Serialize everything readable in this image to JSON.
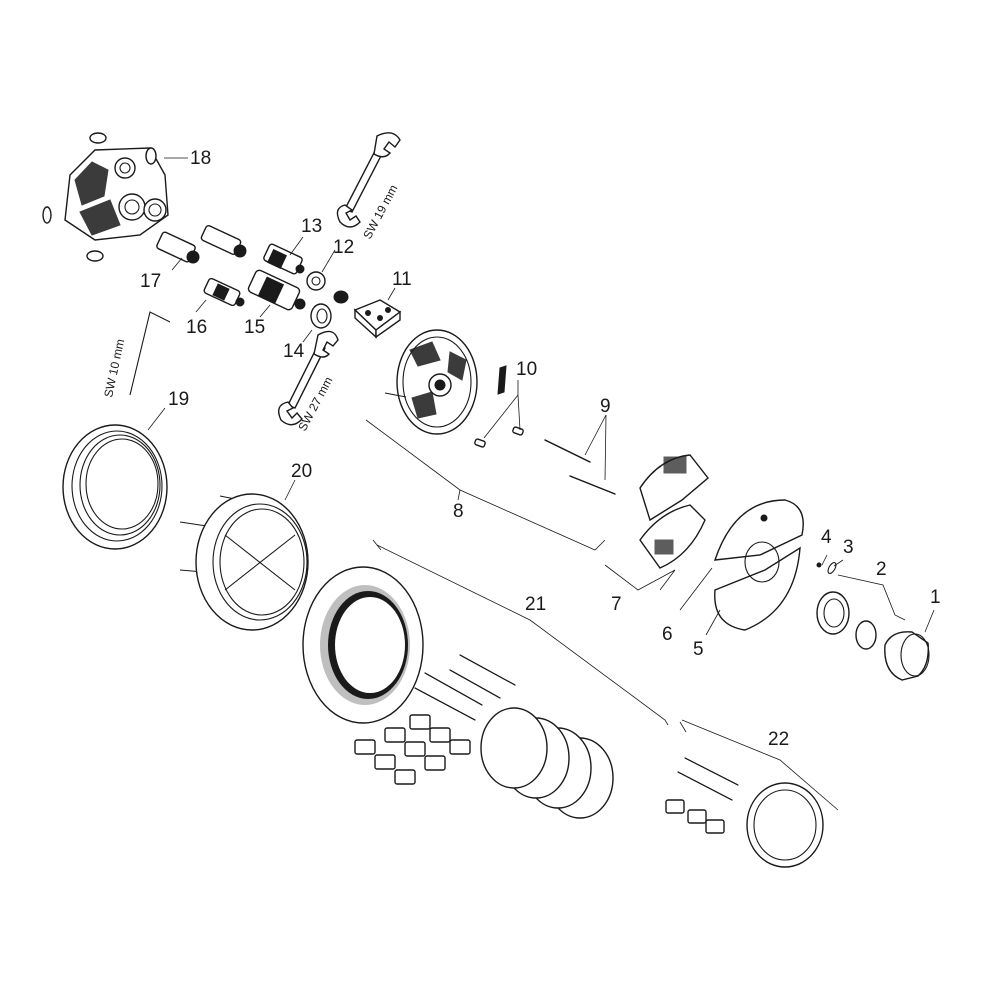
{
  "part_numbers": [
    "1",
    "2",
    "3",
    "4",
    "5",
    "6",
    "7",
    "8",
    "9",
    "10",
    "11",
    "12",
    "13",
    "14",
    "15",
    "16",
    "17",
    "18",
    "19",
    "20",
    "21",
    "22"
  ],
  "tool_labels": {
    "wrench_19": "SW 19 mm",
    "wrench_27": "SW 27 mm",
    "hex_key_10": "SW 10 mm"
  }
}
